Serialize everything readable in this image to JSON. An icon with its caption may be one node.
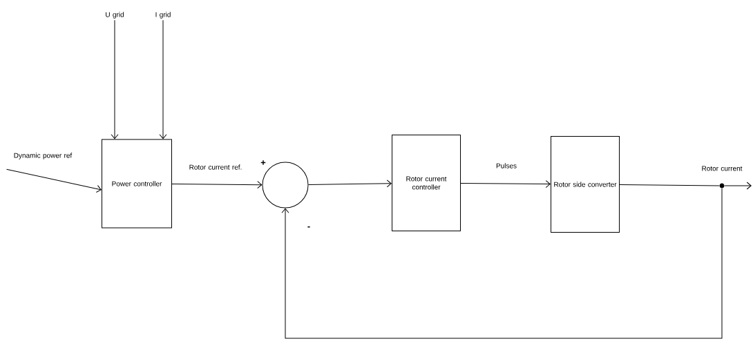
{
  "diagram": {
    "nodes": [
      {
        "text": [
          "Dynamic power ref"
        ]
      },
      {
        "text": [
          "U grid"
        ]
      },
      {
        "text": [
          "I grid"
        ]
      },
      {
        "text": [
          "Power controller"
        ]
      },
      {
        "text": [],
        "shape": "circle"
      },
      {
        "text": [
          "Rotor current controller"
        ]
      },
      {
        "text": [
          "Rotor side converter"
        ]
      },
      {
        "text": [],
        "shape": "circle"
      }
    ],
    "edges": [
      {
        "from": 0,
        "to": 3,
        "arrow": "to"
      },
      {
        "from": 1,
        "to": 3,
        "arrow": "to"
      },
      {
        "from": 2,
        "to": 3,
        "arrow": "to"
      },
      {
        "from": 3,
        "to": 4,
        "arrow": "to",
        "label": "Rotor current ref."
      },
      {
        "from": 4,
        "to": 5,
        "arrow": "to"
      },
      {
        "from": 5,
        "to": 6,
        "arrow": "to",
        "label": "Pulses"
      },
      {
        "from": 6,
        "to": 7,
        "arrow": "none"
      },
      {
        "from": 7,
        "to": null,
        "arrow": "to",
        "label": "Rotor current"
      },
      {
        "from": 7,
        "to": 4,
        "arrow": "to"
      }
    ],
    "labels": [
      "+",
      "-"
    ]
  }
}
